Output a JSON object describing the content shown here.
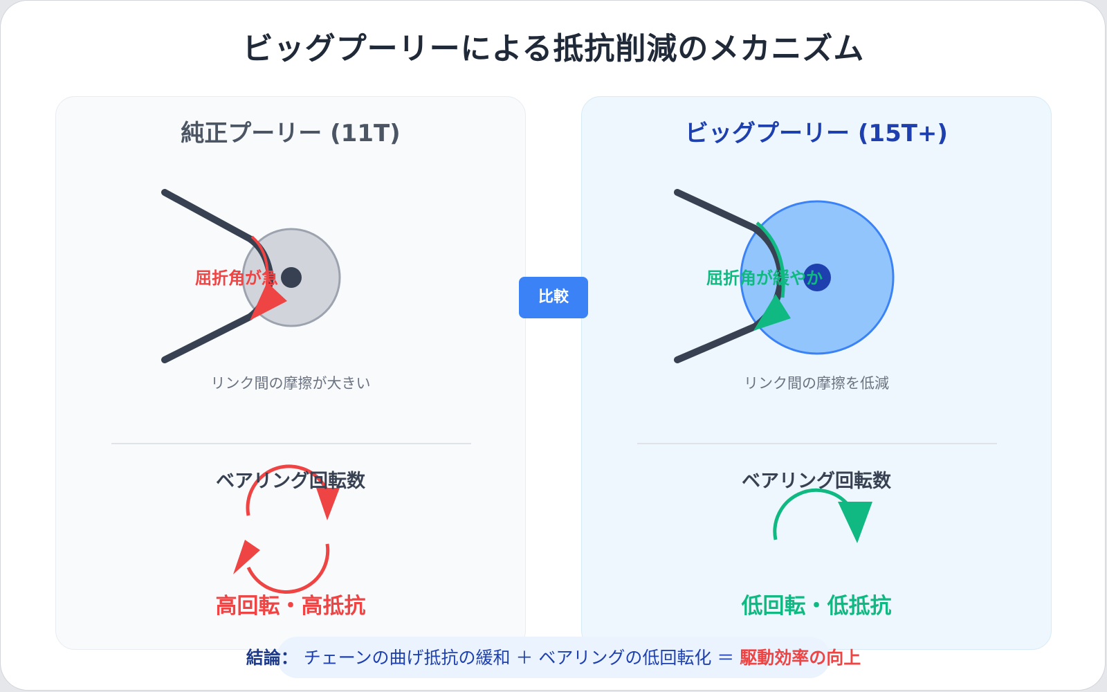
{
  "title": "ビッグプーリーによる抵抗削減のメカニズム",
  "left_panel": {
    "title": "純正プーリー (11T)",
    "bend_label": "屈折角が急",
    "caption": "リンク間の摩擦が大きい",
    "bearing_title": "ベアリング回転数",
    "result": "高回転・高抵抗"
  },
  "right_panel": {
    "title": "ビッグプーリー (15T+)",
    "bend_label": "屈折角が緩やか",
    "caption": "リンク間の摩擦を低減",
    "bearing_title": "ベアリング回転数",
    "result": "低回転・低抵抗"
  },
  "compare_label": "比較",
  "conclusion": {
    "label": "結論：",
    "text": " チェーンの曲げ抵抗の緩和 ＋ ベアリングの低回転化 ＝ ",
    "highlight": "駆動効率の向上"
  },
  "colors": {
    "chain": "#374151",
    "warn": "#ef4444",
    "good": "#10b981",
    "accent": "#3b82f6",
    "big_pulley_fill": "#93c5fd",
    "small_pulley_fill": "#d1d5db"
  },
  "icons": [
    "pulley-icon",
    "chain-icon",
    "bend-arrow-icon",
    "rotation-arrow-icon"
  ]
}
